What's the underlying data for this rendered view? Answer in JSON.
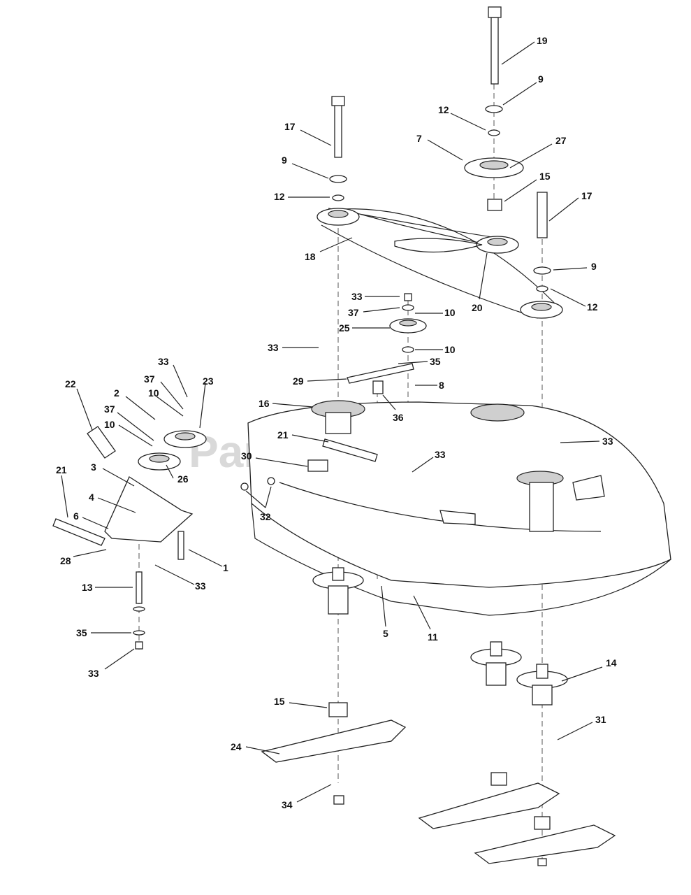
{
  "watermark": "PartsTree",
  "callouts": [
    "1",
    "2",
    "3",
    "4",
    "5",
    "6",
    "7",
    "8",
    "9",
    "10",
    "11",
    "12",
    "13",
    "14",
    "15",
    "16",
    "17",
    "18",
    "19",
    "20",
    "21",
    "22",
    "23",
    "24",
    "25",
    "26",
    "27",
    "28",
    "29",
    "30",
    "31",
    "32",
    "33",
    "34",
    "35",
    "36",
    "37"
  ]
}
